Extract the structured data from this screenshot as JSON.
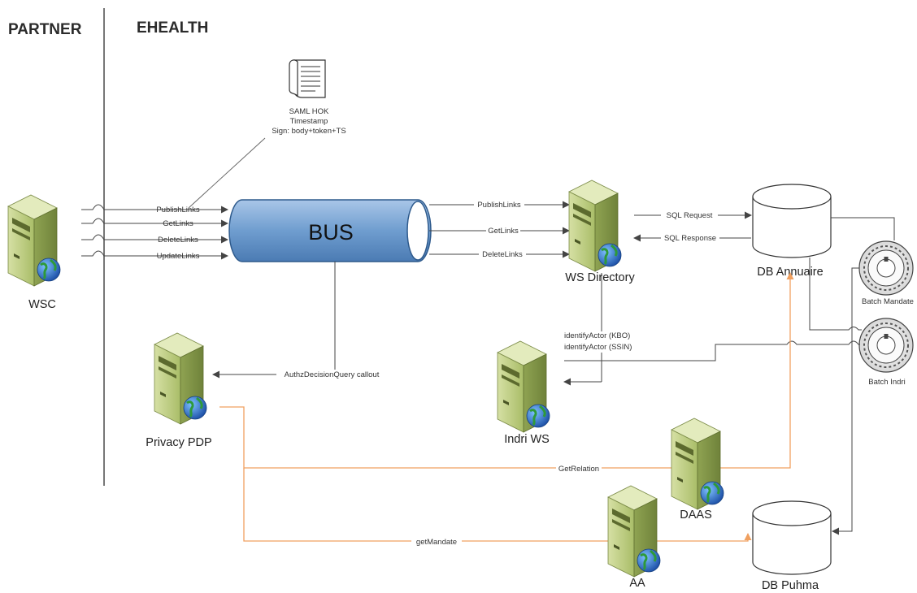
{
  "zones": {
    "partner": "PARTNER",
    "ehealth": "EHEALTH"
  },
  "saml_note": {
    "line1": "SAML HOK",
    "line2": "Timestamp",
    "line3": "Sign: body+token+TS"
  },
  "bus": {
    "label": "BUS"
  },
  "nodes": {
    "wsc": "WSC",
    "ws_directory": "WS Directory",
    "db_annuaire": "DB Annuaire",
    "batch_mandate": "Batch Mandate",
    "batch_indri": "Batch Indri",
    "privacy_pdp": "Privacy PDP",
    "indri_ws": "Indri WS",
    "daas": "DAAS",
    "aa": "AA",
    "db_puhma": "DB Puhma"
  },
  "edges": {
    "publish_links_in": "PublishLinks",
    "get_links_in": "GetLinks",
    "delete_links_in": "DeleteLinks",
    "update_links_in": "UpdateLinks",
    "publish_links_out": "PublishLinks",
    "get_links_out": "GetLinks",
    "delete_links_out": "DeleteLinks",
    "sql_request": "SQL Request",
    "sql_response": "SQL Response",
    "identify_kbo": "identifyActor (KBO)",
    "identify_ssin": "identifyActor (SSIN)",
    "authz_callout": "AuthzDecisionQuery callout",
    "get_relation": "GetRelation",
    "get_mandate": "getMandate"
  },
  "colors": {
    "accent_orange": "#f0a060",
    "server_green": "#b5c77a",
    "bus_blue": "#6f9dcf",
    "line": "#444444"
  }
}
